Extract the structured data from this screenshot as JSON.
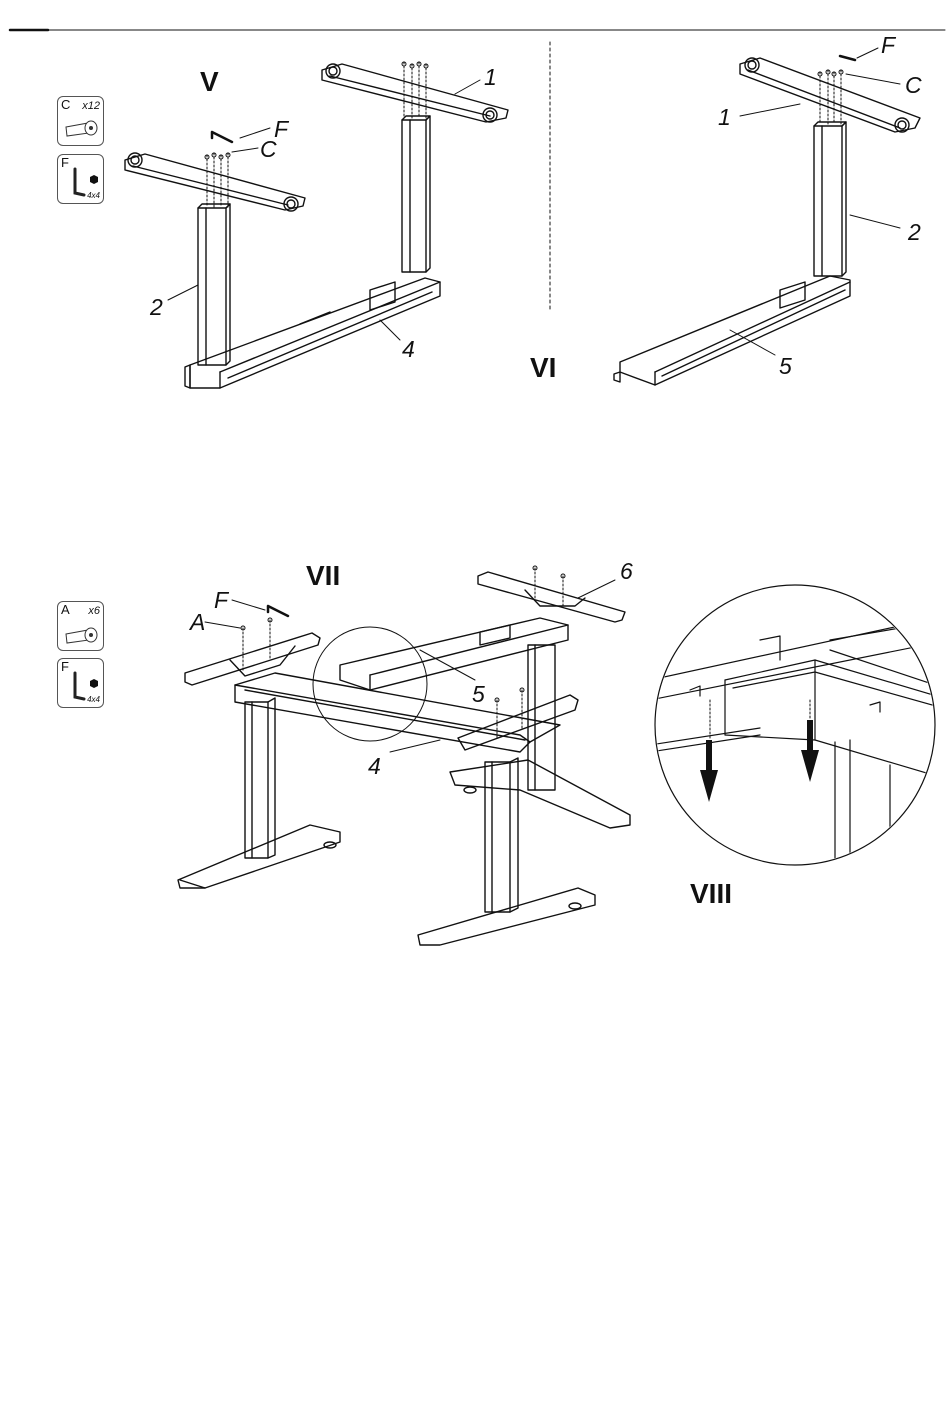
{
  "steps": {
    "v": "V",
    "vi": "VI",
    "vii": "VII",
    "viii": "VIII"
  },
  "parts": {
    "c": {
      "letter": "C",
      "qty": "x12",
      "icon": "bolt-icon"
    },
    "f": {
      "letter": "F",
      "size": "4x4",
      "icon": "hex-key-icon"
    },
    "a": {
      "letter": "A",
      "qty": "x6",
      "icon": "bolt-icon"
    },
    "f2": {
      "letter": "F",
      "size": "4x4",
      "icon": "hex-key-icon"
    }
  },
  "callouts": {
    "v_1": "1",
    "v_F": "F",
    "v_C": "C",
    "v_2": "2",
    "v_4": "4",
    "vi_F": "F",
    "vi_C": "C",
    "vi_1": "1",
    "vi_2": "2",
    "vi_5": "5",
    "vii_6": "6",
    "vii_F": "F",
    "vii_A": "A",
    "vii_5": "5",
    "vii_4": "4"
  }
}
